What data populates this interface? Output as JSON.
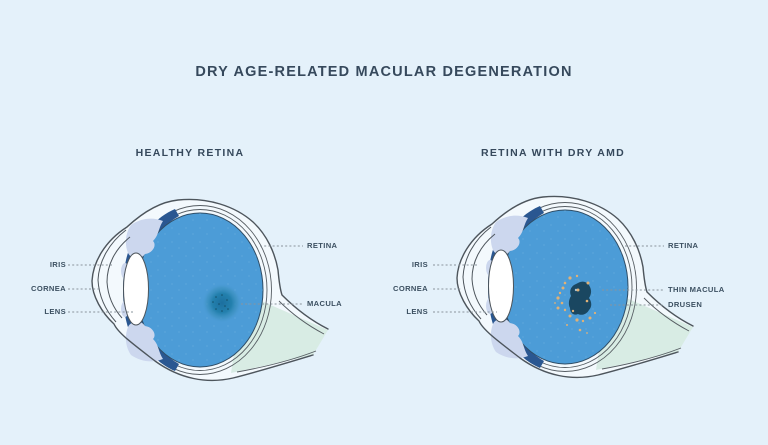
{
  "title": "DRY AGE-RELATED MACULAR DEGENERATION",
  "panels": {
    "healthy": {
      "heading": "HEALTHY RETINA",
      "labels": {
        "iris": "IRIS",
        "cornea": "CORNEA",
        "lens": "LENS",
        "retina": "RETINA",
        "macula": "MACULA"
      }
    },
    "amd": {
      "heading": "RETINA WITH DRY AMD",
      "labels": {
        "iris": "IRIS",
        "cornea": "CORNEA",
        "lens": "LENS",
        "retina": "RETINA",
        "thin_macula": "THIN MACULA",
        "drusen": "DRUSEN"
      }
    }
  },
  "colors": {
    "background": "#e4f1fa",
    "outline": "#4d555c",
    "sclera_fill": "#f3f9fd",
    "vitreous_blue": "#4c9cd7",
    "iris_navy": "#2a5791",
    "ciliary_lavender": "#ccd7ee",
    "optic_nerve_mint": "#d8ece4",
    "healthy_macula_teal": "#1c6f9f",
    "amd_macula_dark": "#1a4761",
    "drusen_tan": "#e0b177",
    "label_text": "#3c5061",
    "heading_text": "#36495c"
  }
}
